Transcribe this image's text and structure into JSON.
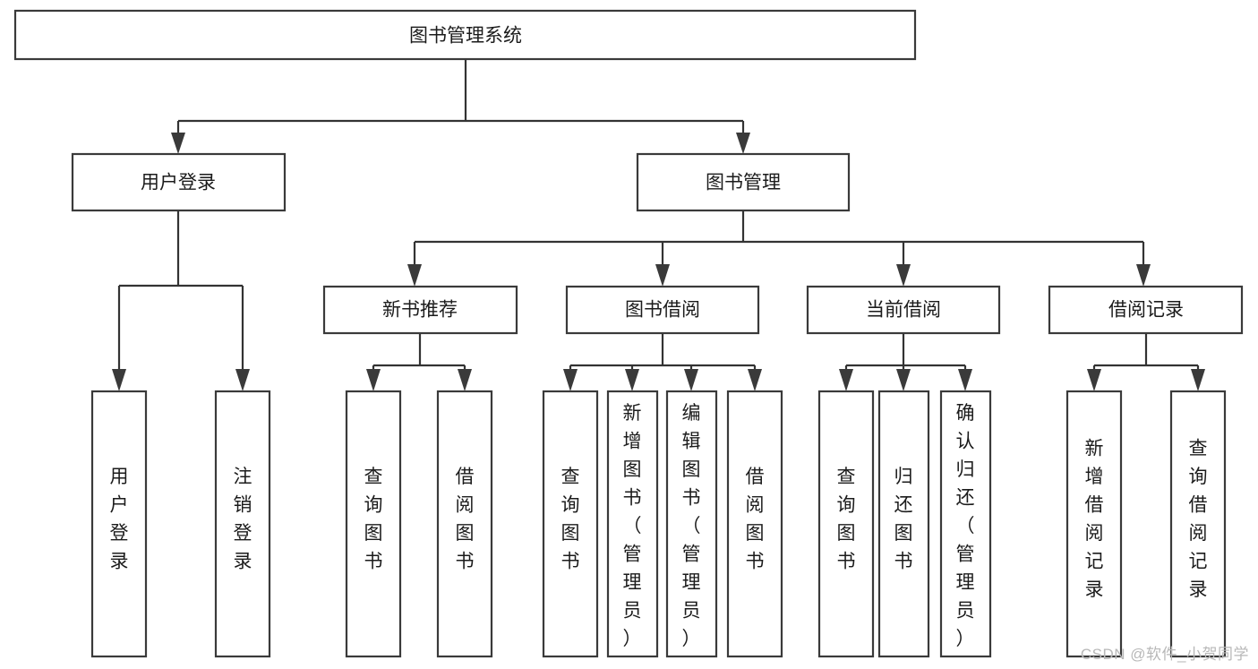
{
  "diagram": {
    "type": "tree-hierarchy-chart",
    "title": "图书管理系统",
    "watermark": "CSDN @软件_小贺同学",
    "colors": {
      "stroke": "#3a3a3a",
      "background": "#ffffff",
      "text": "#1b1b1b",
      "watermark": "#b8b8b8"
    },
    "levels": {
      "root": {
        "label": "图书管理系统",
        "orientation": "horizontal"
      },
      "level2": [
        {
          "label": "用户登录",
          "orientation": "horizontal"
        },
        {
          "label": "图书管理",
          "orientation": "horizontal"
        }
      ],
      "level3": [
        {
          "label": "新书推荐",
          "orientation": "horizontal"
        },
        {
          "label": "图书借阅",
          "orientation": "horizontal"
        },
        {
          "label": "当前借阅",
          "orientation": "horizontal"
        },
        {
          "label": "借阅记录",
          "orientation": "horizontal"
        }
      ],
      "leaves": [
        {
          "label": "用户登录",
          "orientation": "vertical",
          "parent": "用户登录"
        },
        {
          "label": "注销登录",
          "orientation": "vertical",
          "parent": "用户登录"
        },
        {
          "label": "查询图书",
          "orientation": "vertical",
          "parent": "新书推荐"
        },
        {
          "label": "借阅图书",
          "orientation": "vertical",
          "parent": "新书推荐"
        },
        {
          "label": "查询图书",
          "orientation": "vertical",
          "parent": "图书借阅"
        },
        {
          "label": "新增图书（管理员）",
          "orientation": "vertical",
          "parent": "图书借阅"
        },
        {
          "label": "编辑图书（管理员）",
          "orientation": "vertical",
          "parent": "图书借阅"
        },
        {
          "label": "借阅图书",
          "orientation": "vertical",
          "parent": "图书借阅"
        },
        {
          "label": "查询图书",
          "orientation": "vertical",
          "parent": "当前借阅"
        },
        {
          "label": "归还图书",
          "orientation": "vertical",
          "parent": "当前借阅"
        },
        {
          "label": "确认归还（管理员）",
          "orientation": "vertical",
          "parent": "当前借阅"
        },
        {
          "label": "新增借阅记录",
          "orientation": "vertical",
          "parent": "借阅记录"
        },
        {
          "label": "查询借阅记录",
          "orientation": "vertical",
          "parent": "借阅记录"
        }
      ]
    }
  },
  "chart_data": {
    "type": "tree",
    "title": "图书管理系统",
    "nodes": [
      {
        "id": "root",
        "label": "图书管理系统",
        "parent": null,
        "depth": 0
      },
      {
        "id": "n1",
        "label": "用户登录",
        "parent": "root",
        "depth": 1
      },
      {
        "id": "n2",
        "label": "图书管理",
        "parent": "root",
        "depth": 1
      },
      {
        "id": "n1a",
        "label": "用户登录",
        "parent": "n1",
        "depth": 2
      },
      {
        "id": "n1b",
        "label": "注销登录",
        "parent": "n1",
        "depth": 2
      },
      {
        "id": "n2a",
        "label": "新书推荐",
        "parent": "n2",
        "depth": 2
      },
      {
        "id": "n2b",
        "label": "图书借阅",
        "parent": "n2",
        "depth": 2
      },
      {
        "id": "n2c",
        "label": "当前借阅",
        "parent": "n2",
        "depth": 2
      },
      {
        "id": "n2d",
        "label": "借阅记录",
        "parent": "n2",
        "depth": 2
      },
      {
        "id": "n2a1",
        "label": "查询图书",
        "parent": "n2a",
        "depth": 3
      },
      {
        "id": "n2a2",
        "label": "借阅图书",
        "parent": "n2a",
        "depth": 3
      },
      {
        "id": "n2b1",
        "label": "查询图书",
        "parent": "n2b",
        "depth": 3
      },
      {
        "id": "n2b2",
        "label": "新增图书（管理员）",
        "parent": "n2b",
        "depth": 3
      },
      {
        "id": "n2b3",
        "label": "编辑图书（管理员）",
        "parent": "n2b",
        "depth": 3
      },
      {
        "id": "n2b4",
        "label": "借阅图书",
        "parent": "n2b",
        "depth": 3
      },
      {
        "id": "n2c1",
        "label": "查询图书",
        "parent": "n2c",
        "depth": 3
      },
      {
        "id": "n2c2",
        "label": "归还图书",
        "parent": "n2c",
        "depth": 3
      },
      {
        "id": "n2c3",
        "label": "确认归还（管理员）",
        "parent": "n2c",
        "depth": 3
      },
      {
        "id": "n2d1",
        "label": "新增借阅记录",
        "parent": "n2d",
        "depth": 3
      },
      {
        "id": "n2d2",
        "label": "查询借阅记录",
        "parent": "n2d",
        "depth": 3
      }
    ]
  }
}
